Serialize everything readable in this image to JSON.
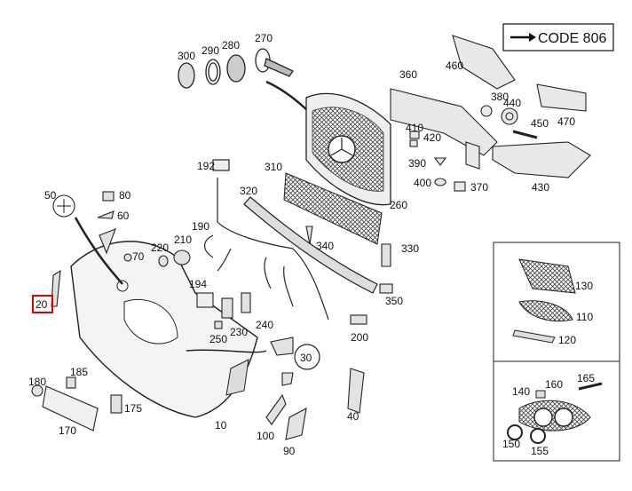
{
  "code_box": {
    "text": "CODE 806"
  },
  "highlight_callout": "20",
  "circled_callout": "30",
  "labels": [
    {
      "id": "300",
      "text": "300"
    },
    {
      "id": "290",
      "text": "290"
    },
    {
      "id": "280",
      "text": "280"
    },
    {
      "id": "270",
      "text": "270"
    },
    {
      "id": "460",
      "text": "460"
    },
    {
      "id": "360",
      "text": "360"
    },
    {
      "id": "380",
      "text": "380"
    },
    {
      "id": "440",
      "text": "440"
    },
    {
      "id": "450",
      "text": "450"
    },
    {
      "id": "470",
      "text": "470"
    },
    {
      "id": "410",
      "text": "410"
    },
    {
      "id": "420",
      "text": "420"
    },
    {
      "id": "390",
      "text": "390"
    },
    {
      "id": "400",
      "text": "400"
    },
    {
      "id": "370",
      "text": "370"
    },
    {
      "id": "430",
      "text": "430"
    },
    {
      "id": "192",
      "text": "192"
    },
    {
      "id": "310",
      "text": "310"
    },
    {
      "id": "320",
      "text": "320"
    },
    {
      "id": "260",
      "text": "260"
    },
    {
      "id": "50",
      "text": "50"
    },
    {
      "id": "80",
      "text": "80"
    },
    {
      "id": "60",
      "text": "60"
    },
    {
      "id": "190",
      "text": "190"
    },
    {
      "id": "210",
      "text": "210"
    },
    {
      "id": "220",
      "text": "220"
    },
    {
      "id": "70",
      "text": "70"
    },
    {
      "id": "340",
      "text": "340"
    },
    {
      "id": "330",
      "text": "330"
    },
    {
      "id": "194",
      "text": "194"
    },
    {
      "id": "350",
      "text": "350"
    },
    {
      "id": "250",
      "text": "250"
    },
    {
      "id": "230",
      "text": "230"
    },
    {
      "id": "240",
      "text": "240"
    },
    {
      "id": "200",
      "text": "200"
    },
    {
      "id": "180",
      "text": "180"
    },
    {
      "id": "185",
      "text": "185"
    },
    {
      "id": "175",
      "text": "175"
    },
    {
      "id": "170",
      "text": "170"
    },
    {
      "id": "10",
      "text": "10"
    },
    {
      "id": "100",
      "text": "100"
    },
    {
      "id": "90",
      "text": "90"
    },
    {
      "id": "40",
      "text": "40"
    },
    {
      "id": "130",
      "text": "130"
    },
    {
      "id": "110",
      "text": "110"
    },
    {
      "id": "120",
      "text": "120"
    },
    {
      "id": "165",
      "text": "165"
    },
    {
      "id": "140",
      "text": "140"
    },
    {
      "id": "160",
      "text": "160"
    },
    {
      "id": "150",
      "text": "150"
    },
    {
      "id": "155",
      "text": "155"
    }
  ]
}
